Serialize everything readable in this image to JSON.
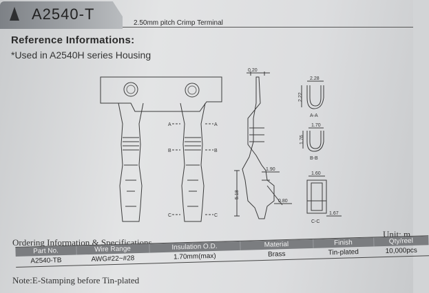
{
  "header": {
    "part_number": "A2540-T",
    "description": "2.50mm pitch Crimp Terminal"
  },
  "reference": {
    "heading": "Reference Informations:",
    "used_in": "*Used in A2540H series Housing"
  },
  "drawing": {
    "dimensions": {
      "thickness": "0.20",
      "width_aa": "2.28",
      "height_aa": "2.22",
      "width_bb": "1.70",
      "height_bb": "1.76",
      "width_cc": "1.60",
      "offset_cc": "1.67",
      "dim_190": "1.90",
      "dim_518": "5.18",
      "dim_080": "0.80"
    },
    "section_labels": {
      "a": "A",
      "b": "B",
      "c": "C",
      "aa": "A-A",
      "bb": "B-B",
      "cc": "C-C"
    }
  },
  "ordering": {
    "heading": "Ordering Information & Specifications",
    "unit_label": "Unit: m",
    "columns": [
      "Part No.",
      "Wire Range",
      "Insulation O.D.",
      "Material",
      "Finish",
      "Qty/reel"
    ],
    "row": [
      "A2540-TB",
      "AWG#22~#28",
      "1.70mm(max)",
      "Brass",
      "Tin-plated",
      "10,000pcs"
    ]
  },
  "note": "Note:E-Stamping before Tin-plated"
}
